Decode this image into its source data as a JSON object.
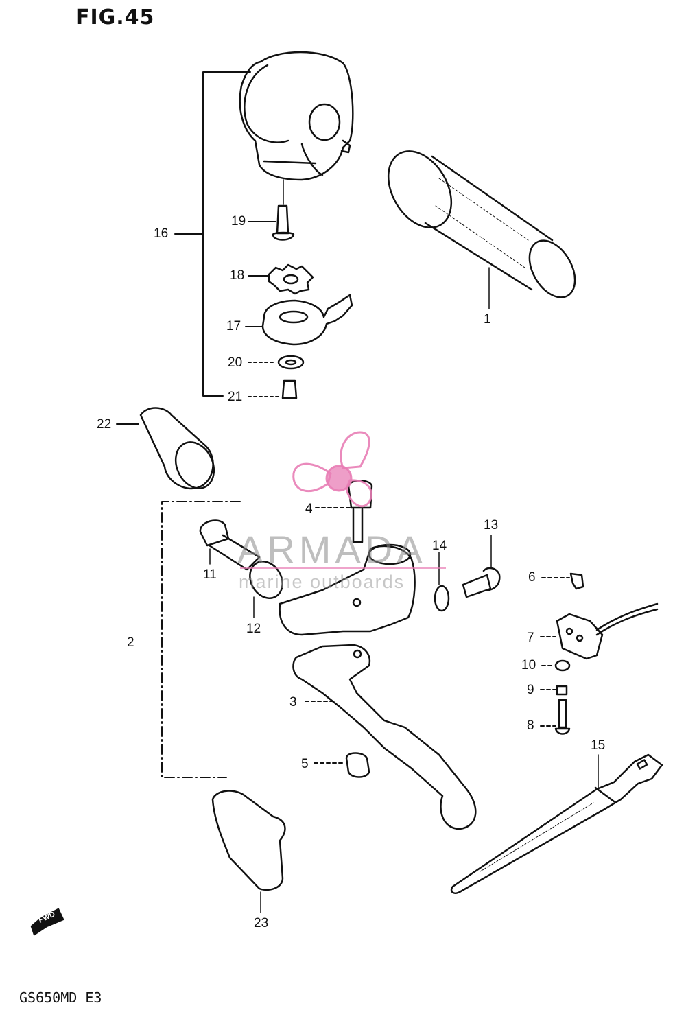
{
  "figure": {
    "title": "FIG.45",
    "model": "GS650MD  E3"
  },
  "watermark": {
    "title": "ARMADA",
    "subtitle": "marine outboards",
    "accent_color": "#e87db5"
  },
  "fwd_arrow": {
    "label": "FWD",
    "icon": "fwd-arrow-icon"
  },
  "callouts": {
    "c1": "1",
    "c2": "2",
    "c3": "3",
    "c4": "4",
    "c5": "5",
    "c6": "6",
    "c7": "7",
    "c8": "8",
    "c9": "9",
    "c10": "10",
    "c11": "11",
    "c12": "12",
    "c13": "13",
    "c14": "14",
    "c15": "15",
    "c16": "16",
    "c17": "17",
    "c18": "18",
    "c19": "19",
    "c20": "20",
    "c21": "21",
    "c22": "22",
    "c23": "23"
  }
}
